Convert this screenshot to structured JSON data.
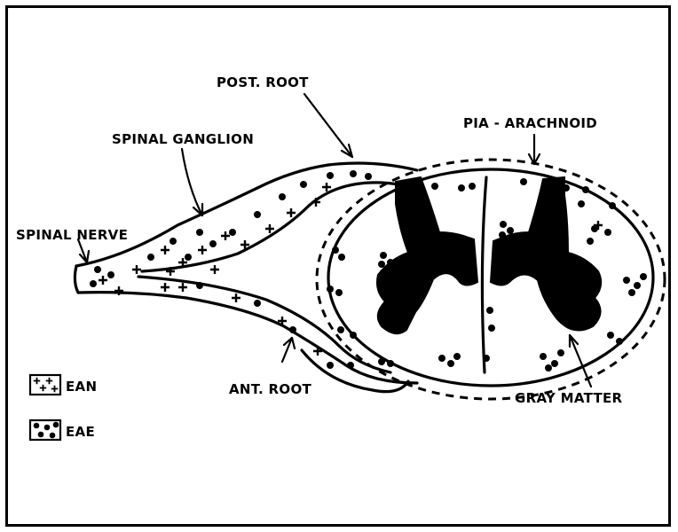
{
  "labels": {
    "post_root": "POST. ROOT",
    "pia_arachnoid": "PIA - ARACHNOID",
    "spinal_ganglion": "SPINAL GANGLION",
    "spinal_nerve": "SPINAL NERVE",
    "ant_root": "ANT. ROOT",
    "gray_matter": "GRAY MATTER"
  },
  "legend": [
    {
      "symbol": "cross",
      "label": "EAN"
    },
    {
      "symbol": "dot",
      "label": "EAE"
    }
  ]
}
